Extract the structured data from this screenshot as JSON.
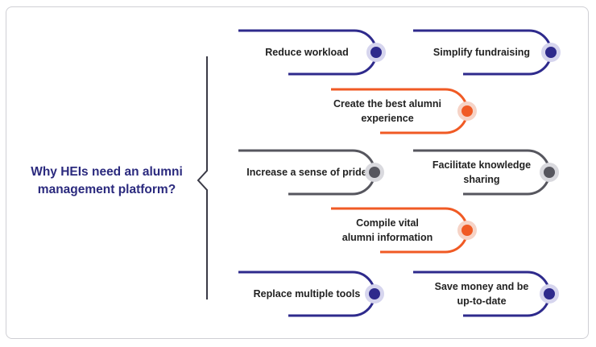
{
  "title": "Why HEIs need an alumni management platform?",
  "colors": {
    "navy": "#2e2a8c",
    "orange": "#f05a24",
    "gray": "#56565e",
    "title": "#2b2a7e"
  },
  "items": [
    {
      "label": "Reduce workload",
      "color": "navy"
    },
    {
      "label": "Simplify fundraising",
      "color": "navy"
    },
    {
      "label": "Create the best alumni experience",
      "color": "orange"
    },
    {
      "label": "Increase a sense of pride",
      "color": "gray"
    },
    {
      "label": "Facilitate knowledge sharing",
      "color": "gray"
    },
    {
      "label": "Compile vital alumni information",
      "color": "orange"
    },
    {
      "label": "Replace multiple tools",
      "color": "navy"
    },
    {
      "label": "Save money and be up-to-date",
      "color": "navy"
    }
  ]
}
